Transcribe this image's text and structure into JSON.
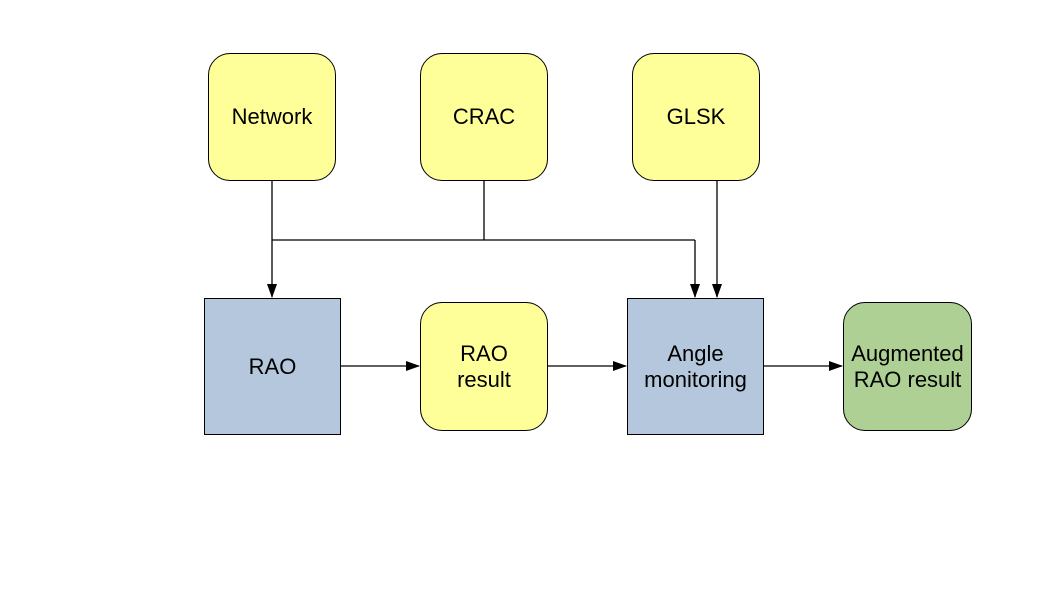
{
  "colors": {
    "input_fill": "#ffff99",
    "process_fill": "#b4c7dc",
    "output_fill": "#afd095",
    "line": "#000000"
  },
  "nodes": {
    "network": {
      "label": "Network",
      "shape": "rounded",
      "role": "input"
    },
    "crac": {
      "label": "CRAC",
      "shape": "rounded",
      "role": "input"
    },
    "glsk": {
      "label": "GLSK",
      "shape": "rounded",
      "role": "input"
    },
    "rao": {
      "label": "RAO",
      "shape": "square",
      "role": "process"
    },
    "rao_result": {
      "label": "RAO\nresult",
      "shape": "rounded",
      "role": "input"
    },
    "angle_monitoring": {
      "label": "Angle\nmonitoring",
      "shape": "square",
      "role": "process"
    },
    "augmented_rao_result": {
      "label": "Augmented\nRAO result",
      "shape": "rounded",
      "role": "output"
    }
  },
  "edges": [
    {
      "from": "network",
      "to": "rao"
    },
    {
      "from": "network",
      "to": "angle_monitoring"
    },
    {
      "from": "crac",
      "to": "rao"
    },
    {
      "from": "crac",
      "to": "angle_monitoring"
    },
    {
      "from": "glsk",
      "to": "angle_monitoring"
    },
    {
      "from": "rao",
      "to": "rao_result"
    },
    {
      "from": "rao_result",
      "to": "angle_monitoring"
    },
    {
      "from": "angle_monitoring",
      "to": "augmented_rao_result"
    }
  ]
}
